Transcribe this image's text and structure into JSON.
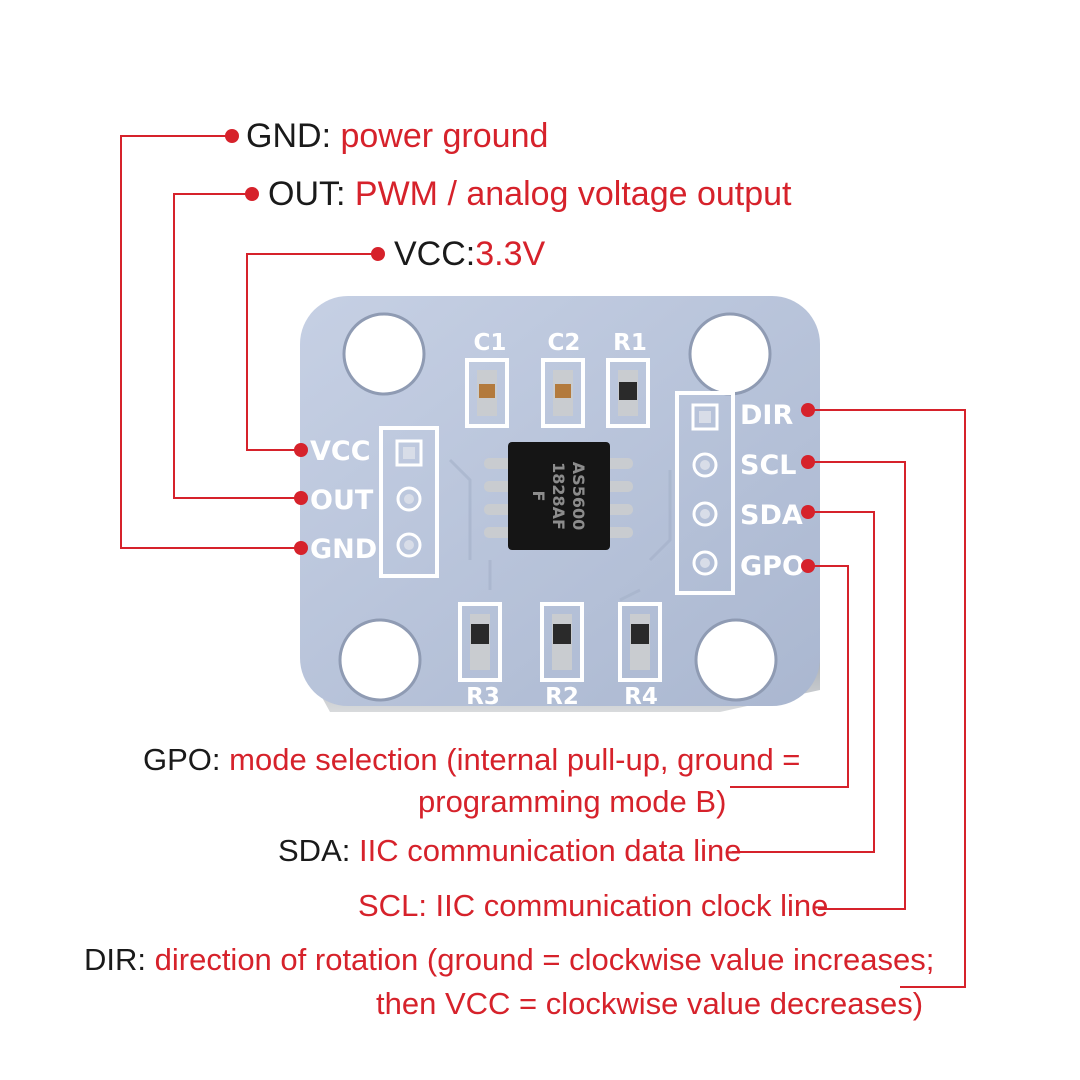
{
  "colors": {
    "line": "#d6222b",
    "desc_text": "#d6222b",
    "pin_text": "#1a1a1a",
    "board": "#b9c5dc",
    "silkscreen": "#ffffff",
    "pad": "#c9ccd0",
    "chip": "#151515"
  },
  "callouts_top": [
    {
      "pin": "GND",
      "sep": ": ",
      "desc": "power ground"
    },
    {
      "pin": "OUT",
      "sep": ": ",
      "desc": "PWM / analog voltage output"
    },
    {
      "pin": "VCC",
      "sep": ":",
      "desc": "3.3V"
    }
  ],
  "callouts_bottom": [
    {
      "pin": "GPO",
      "sep": ": ",
      "desc": "mode selection (internal pull-up, ground =",
      "desc2": "programming mode B)"
    },
    {
      "pin": "SDA",
      "sep": ": ",
      "desc": "IIC communication data line"
    },
    {
      "pin": "SCL",
      "sep": ": ",
      "desc": "IIC communication clock line"
    },
    {
      "pin": "DIR",
      "sep": ": ",
      "desc": "direction of rotation (ground = clockwise value increases;",
      "desc2": "then VCC = clockwise value decreases)"
    }
  ],
  "board": {
    "left_pins": [
      "VCC",
      "OUT",
      "GND"
    ],
    "right_pins": [
      "DIR",
      "SCL",
      "SDA",
      "GPO"
    ],
    "top_parts": [
      "C1",
      "C2",
      "R1"
    ],
    "bottom_parts": [
      "R3",
      "R2",
      "R4"
    ],
    "chip_lines": [
      "AS5600",
      "1828AF",
      "F"
    ]
  }
}
